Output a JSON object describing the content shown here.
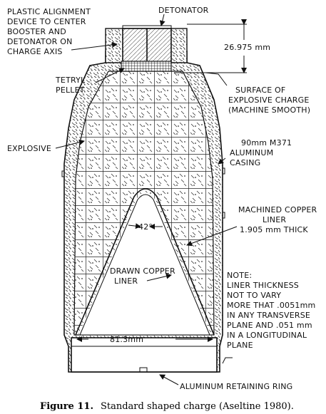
{
  "labels": {
    "plastic_alignment": [
      "PLASTIC ALIGNMENT",
      "DEVICE TO CENTER",
      "BOOSTER AND",
      "DETONATOR ON",
      "CHARGE AXIS"
    ],
    "detonator": "DETONATOR",
    "booster_distance": "26.975 mm",
    "tetryl_pellet": [
      "TETRYL",
      "PELLET"
    ],
    "surface_charge": [
      "SURFACE OF",
      "EXPLOSIVE CHARGE",
      "(MACHINE SMOOTH)"
    ],
    "explosive": "EXPLOSIVE",
    "casing": [
      "90mm M371",
      "ALUMINUM",
      "CASING"
    ],
    "cone_angle": "42°",
    "machined_liner": [
      "MACHINED COPPER",
      "LINER",
      "1.905 mm THICK"
    ],
    "drawn_liner": [
      "DRAWN COPPER",
      "LINER"
    ],
    "note": [
      "NOTE:",
      "LINER THICKNESS",
      "NOT TO VARY",
      "MORE THAT .0051mm",
      "IN ANY TRANSVERSE",
      "PLANE AND .051 mm",
      "IN A LONGITUDINAL",
      "PLANE"
    ],
    "diameter": "81.3mm",
    "retaining_ring": "ALUMINUM RETAINING RING"
  },
  "caption": {
    "prefix": "Figure 11.",
    "text": "Standard shaped charge (Aseltine 1980)."
  }
}
